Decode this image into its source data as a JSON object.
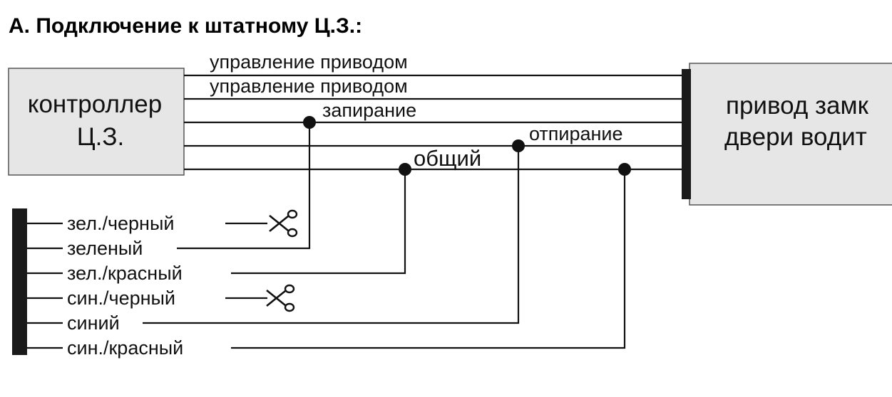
{
  "title": "А. Подключение к штатному Ц.З.:",
  "controller": {
    "line1": "контроллер",
    "line2": "Ц.З."
  },
  "actuator": {
    "line1": "привод замк",
    "line2": "двери водит"
  },
  "wires": {
    "drive_control_1": "управление приводом",
    "drive_control_2": "управление приводом",
    "lock": "запирание",
    "unlock": "отпирание",
    "common": "общий"
  },
  "harness": [
    {
      "label": "зел./черный",
      "cut": true
    },
    {
      "label": "зеленый",
      "cut": false
    },
    {
      "label": "зел./красный",
      "cut": false
    },
    {
      "label": "син./черный",
      "cut": true
    },
    {
      "label": "синий",
      "cut": false
    },
    {
      "label": "син./красный",
      "cut": false
    }
  ],
  "icons": {
    "cut": "scissors-icon",
    "junction": "junction-dot"
  }
}
